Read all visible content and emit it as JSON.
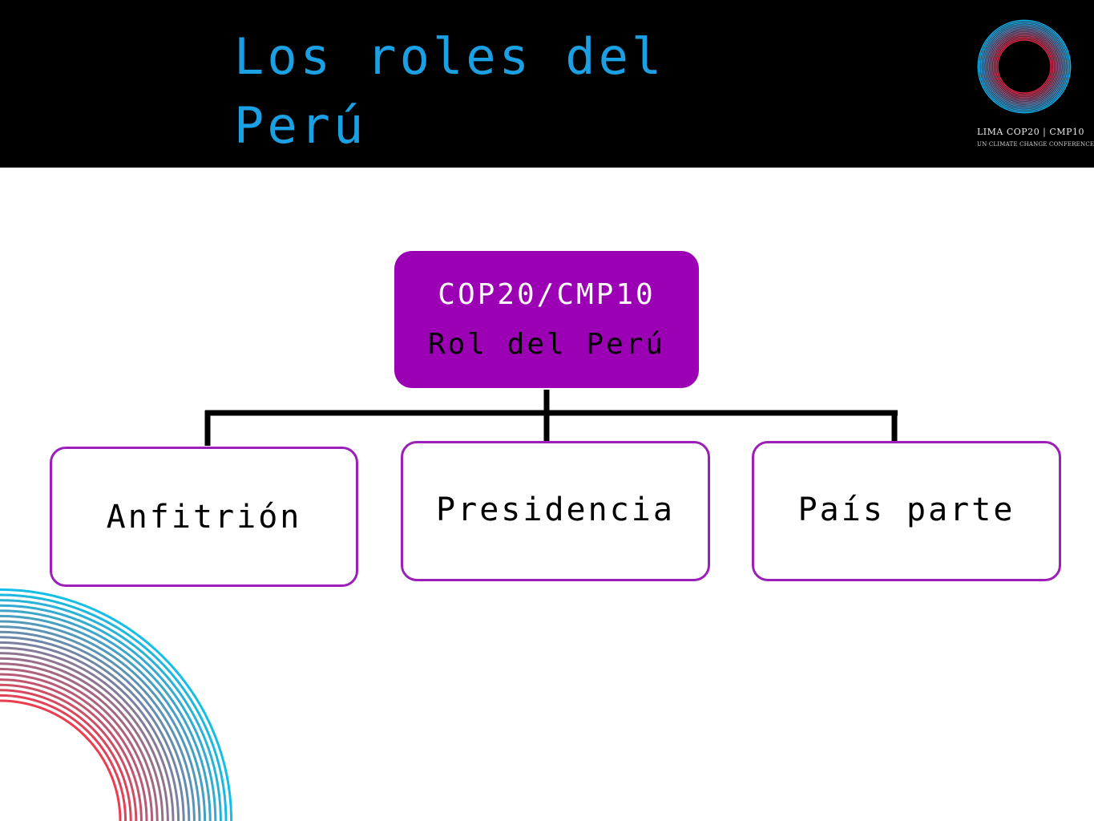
{
  "slide": {
    "title": "Los roles del\nPerú",
    "logo": {
      "line1": "LIMA COP20 | CMP10",
      "line2": "UN CLIMATE CHANGE CONFERENCE"
    }
  },
  "diagram": {
    "root": {
      "line1": "COP20/CMP10",
      "line2": "Rol del Perú"
    },
    "children": [
      {
        "label": "Anfitrión"
      },
      {
        "label": "Presidencia"
      },
      {
        "label": "País parte"
      }
    ]
  },
  "colors": {
    "header_bg": "#000000",
    "title": "#1aa0e3",
    "root_fill": "#9b00b4",
    "child_border": "#9b1fb8",
    "connector": "#000000"
  }
}
